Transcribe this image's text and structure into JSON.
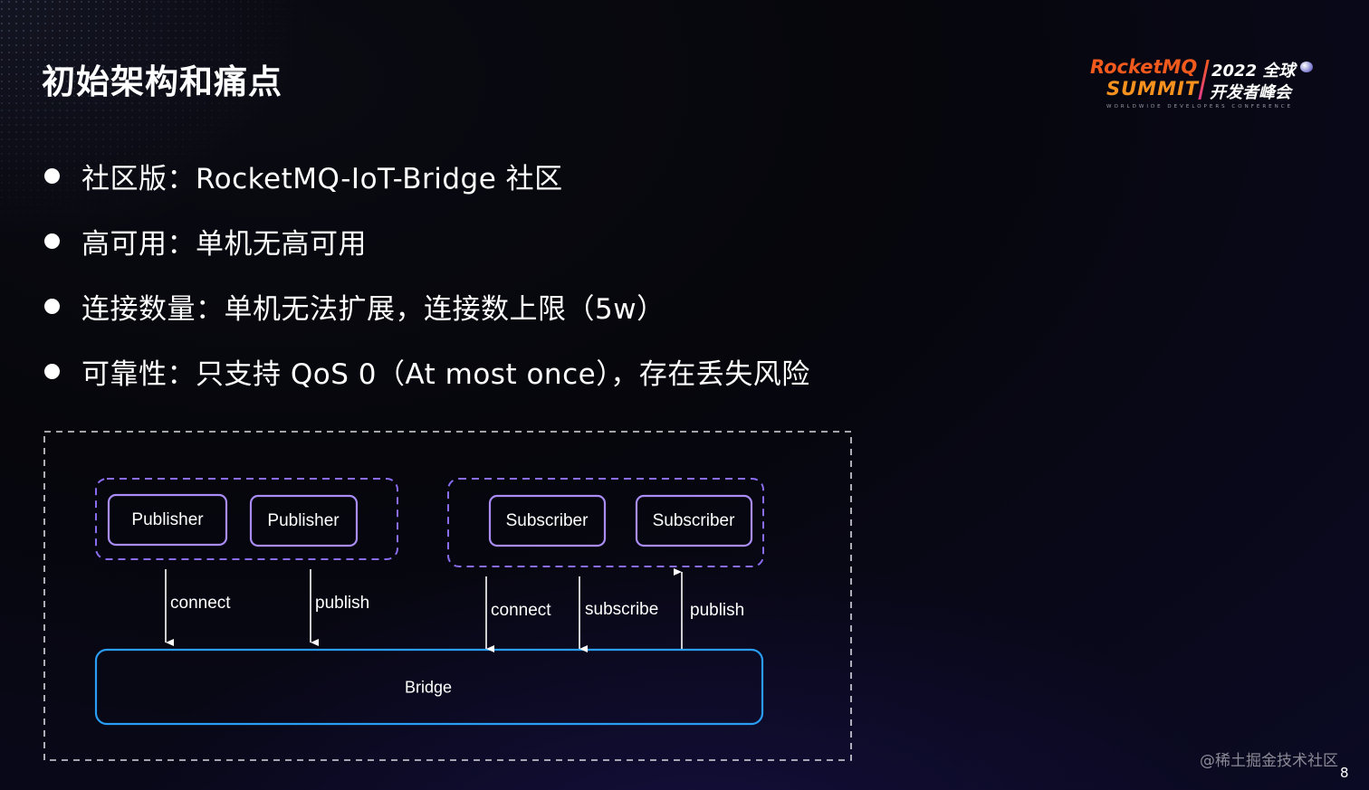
{
  "slide": {
    "title": "初始架构和痛点",
    "page_number": "8",
    "watermark": "@稀土掘金技术社区"
  },
  "logo": {
    "line1": "RocketMQ",
    "line2": "SUMMIT",
    "right_line1": "2022 全球",
    "right_line2": "开发者峰会",
    "subtitle": "WORLDWIDE DEVELOPERS CONFERENCE"
  },
  "bullets": [
    {
      "text": "社区版：RocketMQ-IoT-Bridge 社区"
    },
    {
      "text": "高可用：单机无高可用"
    },
    {
      "text": "连接数量：单机无法扩展，连接数上限（5w）"
    },
    {
      "text": "可靠性：只支持 QoS 0（At most once），存在丢失风险"
    }
  ],
  "diagram": {
    "nodes": {
      "publisher_1": "Publisher",
      "publisher_2": "Publisher",
      "subscriber_1": "Subscriber",
      "subscriber_2": "Subscriber",
      "bridge": "Bridge"
    },
    "edges": {
      "pub1_connect": "connect",
      "pub2_publish": "publish",
      "sub_connect": "connect",
      "sub_subscribe": "subscribe",
      "sub_publish": "publish"
    },
    "colors": {
      "outer_border": "#d8d8e0",
      "group_border": "#8a6cf0",
      "node_border": "#a98cf5",
      "bridge_border": "#2a9df4",
      "arrow": "#ffffff"
    }
  }
}
